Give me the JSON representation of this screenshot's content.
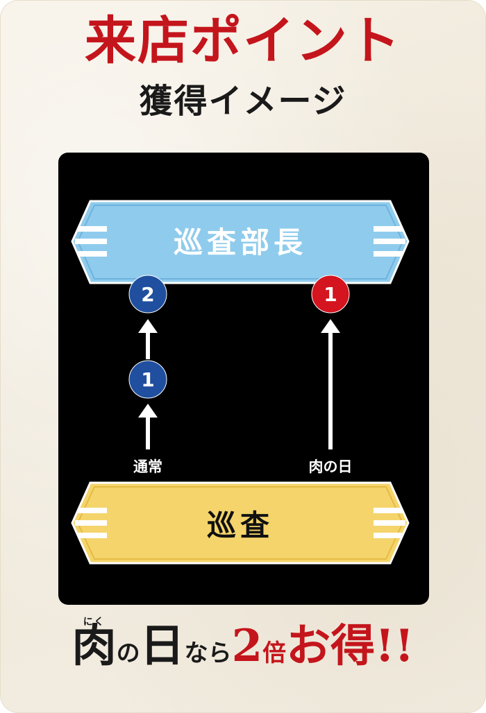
{
  "title": "来店ポイント",
  "subtitle": "獲得イメージ",
  "diagram": {
    "top_rank": "巡査部長",
    "bottom_rank": "巡査",
    "normal_path": {
      "label": "通常",
      "step1": "1",
      "step2": "2"
    },
    "meat_day_path": {
      "label": "肉の日",
      "step1": "1"
    },
    "colors": {
      "top_banner": "#8fcbec",
      "bottom_banner": "#f4d46b",
      "normal_badge": "#1f4f9e",
      "meat_day_badge": "#d4141e",
      "title_red": "#c4151c"
    }
  },
  "footer": {
    "ruby": "にく",
    "meat_char": "肉",
    "no_char": "の",
    "day_char": "日",
    "nara": "なら",
    "two": "2",
    "bai": "倍",
    "otoku": "お得!!"
  }
}
